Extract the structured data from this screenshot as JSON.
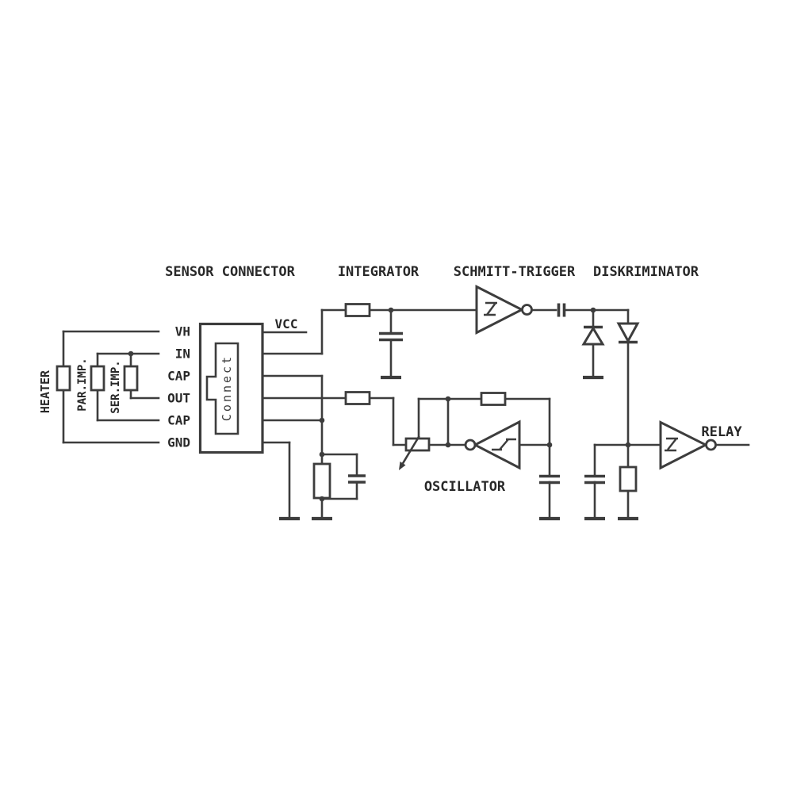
{
  "diagram": {
    "colors": {
      "background": "#ffffff",
      "line": "#3d3d3d",
      "text": "#282828"
    },
    "sections": {
      "sensor_connector": "SENSOR CONNECTOR",
      "integrator": "INTEGRATOR",
      "schmitt_trigger": "SCHMITT-TRIGGER",
      "diskriminator": "DISKRIMINATOR",
      "oscillator": "OSCILLATOR"
    },
    "net_labels": {
      "vcc": "VCC",
      "relay": "RELAY"
    },
    "sensor": {
      "connector_text": "Connect",
      "pins": [
        "VH",
        "IN",
        "CAP",
        "OUT",
        "CAP",
        "GND"
      ],
      "elements": {
        "heater": "HEATER",
        "par_imp": "PAR.IMP.",
        "ser_imp": "SER.IMP."
      }
    }
  }
}
